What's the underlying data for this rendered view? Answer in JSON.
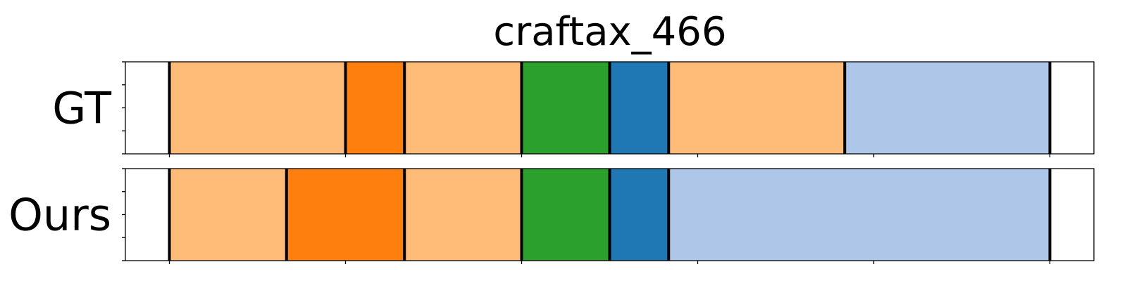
{
  "chart_data": {
    "type": "bar",
    "title": "craftax_466",
    "xlim": [
      0,
      11
    ],
    "rows": [
      {
        "label": "GT",
        "segments": [
          {
            "start": 0.5,
            "end": 2.5,
            "color": "#ffbb78"
          },
          {
            "start": 2.5,
            "end": 3.17,
            "color": "#ff7f0e"
          },
          {
            "start": 3.17,
            "end": 4.5,
            "color": "#ffbb78"
          },
          {
            "start": 4.5,
            "end": 5.5,
            "color": "#2ca02c"
          },
          {
            "start": 5.5,
            "end": 6.17,
            "color": "#1f77b4"
          },
          {
            "start": 6.17,
            "end": 8.17,
            "color": "#ffbb78"
          },
          {
            "start": 8.17,
            "end": 10.5,
            "color": "#aec7e8"
          }
        ],
        "boundaries": [
          0.5,
          2.5,
          3.17,
          4.5,
          5.5,
          6.17,
          8.17,
          10.5
        ]
      },
      {
        "label": "Ours",
        "segments": [
          {
            "start": 0.5,
            "end": 1.83,
            "color": "#ffbb78"
          },
          {
            "start": 1.83,
            "end": 3.17,
            "color": "#ff7f0e"
          },
          {
            "start": 3.17,
            "end": 4.5,
            "color": "#ffbb78"
          },
          {
            "start": 4.5,
            "end": 5.5,
            "color": "#2ca02c"
          },
          {
            "start": 5.5,
            "end": 6.17,
            "color": "#1f77b4"
          },
          {
            "start": 6.17,
            "end": 10.5,
            "color": "#aec7e8"
          }
        ],
        "boundaries": [
          0.5,
          1.83,
          3.17,
          4.5,
          5.5,
          6.17,
          10.5
        ]
      }
    ],
    "x_ticks": [
      0.5,
      2.5,
      4.5,
      6.5,
      8.5,
      10.5
    ],
    "y_ticks": [
      0,
      0.25,
      0.5,
      0.75,
      1
    ],
    "grid": false
  }
}
